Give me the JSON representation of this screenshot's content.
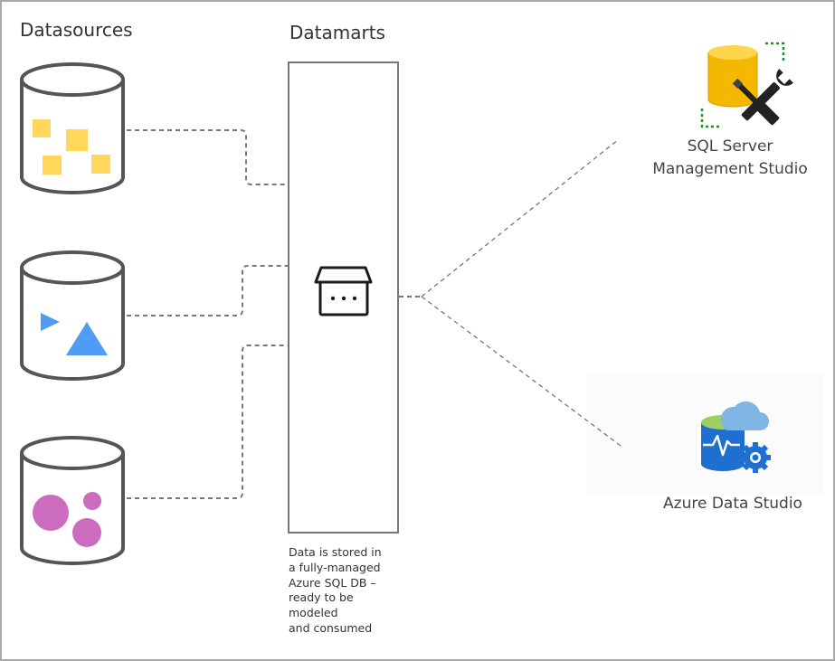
{
  "sections": {
    "datasources_title": "Datasources",
    "datamarts_title": "Datamarts"
  },
  "datamart_note": "Data is stored in\na fully-managed\nAzure SQL DB –\nready to be\nmodeled\nand consumed",
  "tools": {
    "ssms_label_line1": "SQL Server",
    "ssms_label_line2": "Management Studio",
    "ads_label": "Azure Data Studio"
  },
  "colors": {
    "cylinder_stroke": "#555555",
    "connector": "#777777",
    "squares": "#ffd75a",
    "triangles": "#4f9cf5",
    "circles": "#cc6cbf",
    "ssms_db": "#f5b800",
    "ads_blue": "#1f6fd1",
    "ads_cloud": "#7fb6e6",
    "ads_green": "#9dd060"
  },
  "icons": {
    "datasource_1": "yellow-squares-database-icon",
    "datasource_2": "blue-triangles-database-icon",
    "datasource_3": "pink-circles-database-icon",
    "datamart": "store-icon",
    "ssms": "ssms-tools-icon",
    "ads": "azure-data-studio-icon"
  }
}
